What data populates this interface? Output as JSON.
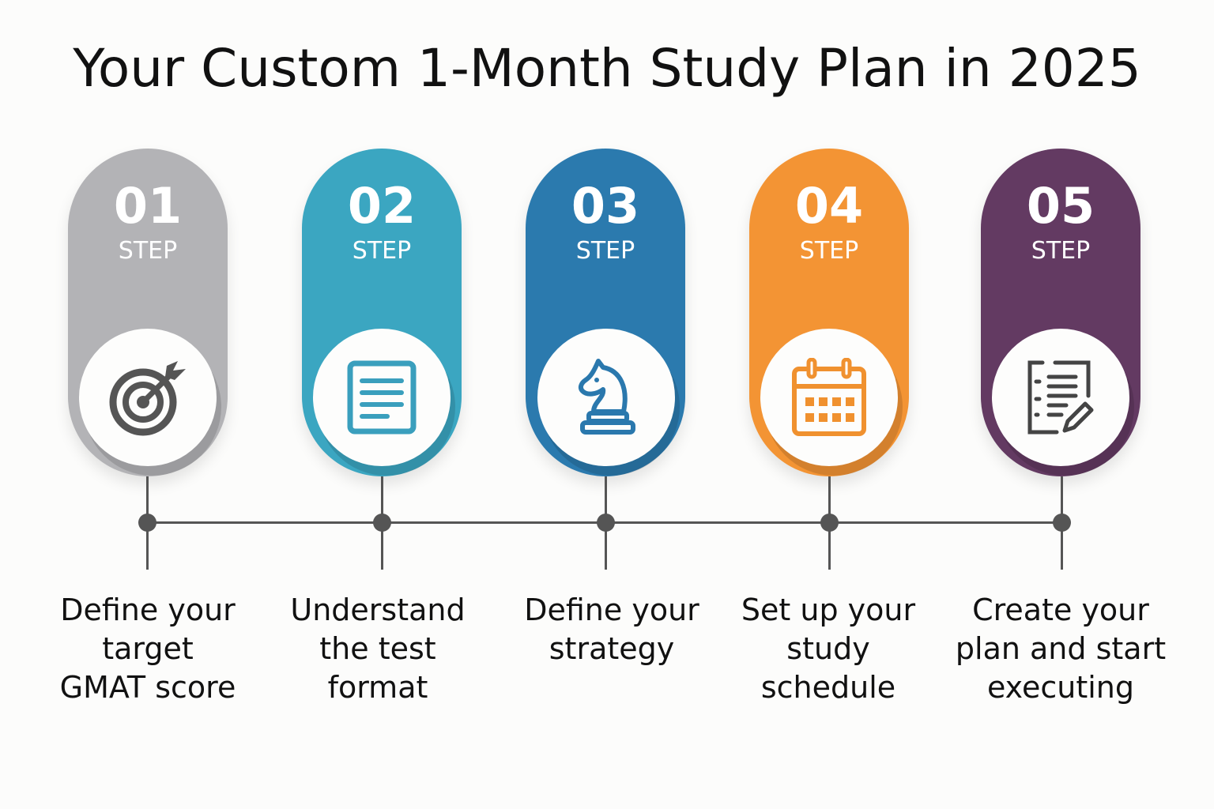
{
  "title": "Your Custom 1-Month Study Plan in 2025",
  "steps": [
    {
      "number": "01",
      "step_label": "STEP",
      "icon": "target-icon",
      "color": "#b3b3b6",
      "icon_color": "#555555",
      "lines": [
        "Define your",
        "target",
        "GMAT score"
      ]
    },
    {
      "number": "02",
      "step_label": "STEP",
      "icon": "document-icon",
      "color": "#3ba6c1",
      "icon_color": "#3a9fbd",
      "lines": [
        "Understand",
        "the test",
        "format"
      ]
    },
    {
      "number": "03",
      "step_label": "STEP",
      "icon": "chess-knight-icon",
      "color": "#2b7aae",
      "icon_color": "#2a78ad",
      "lines": [
        "Define your",
        "strategy"
      ]
    },
    {
      "number": "04",
      "step_label": "STEP",
      "icon": "calendar-icon",
      "color": "#f39434",
      "icon_color": "#f0912f",
      "lines": [
        "Set up your",
        "study",
        "schedule"
      ]
    },
    {
      "number": "05",
      "step_label": "STEP",
      "icon": "checklist-pen-icon",
      "color": "#633a62",
      "icon_color": "#444444",
      "lines": [
        "Create your",
        "plan and start",
        "executing"
      ]
    }
  ]
}
